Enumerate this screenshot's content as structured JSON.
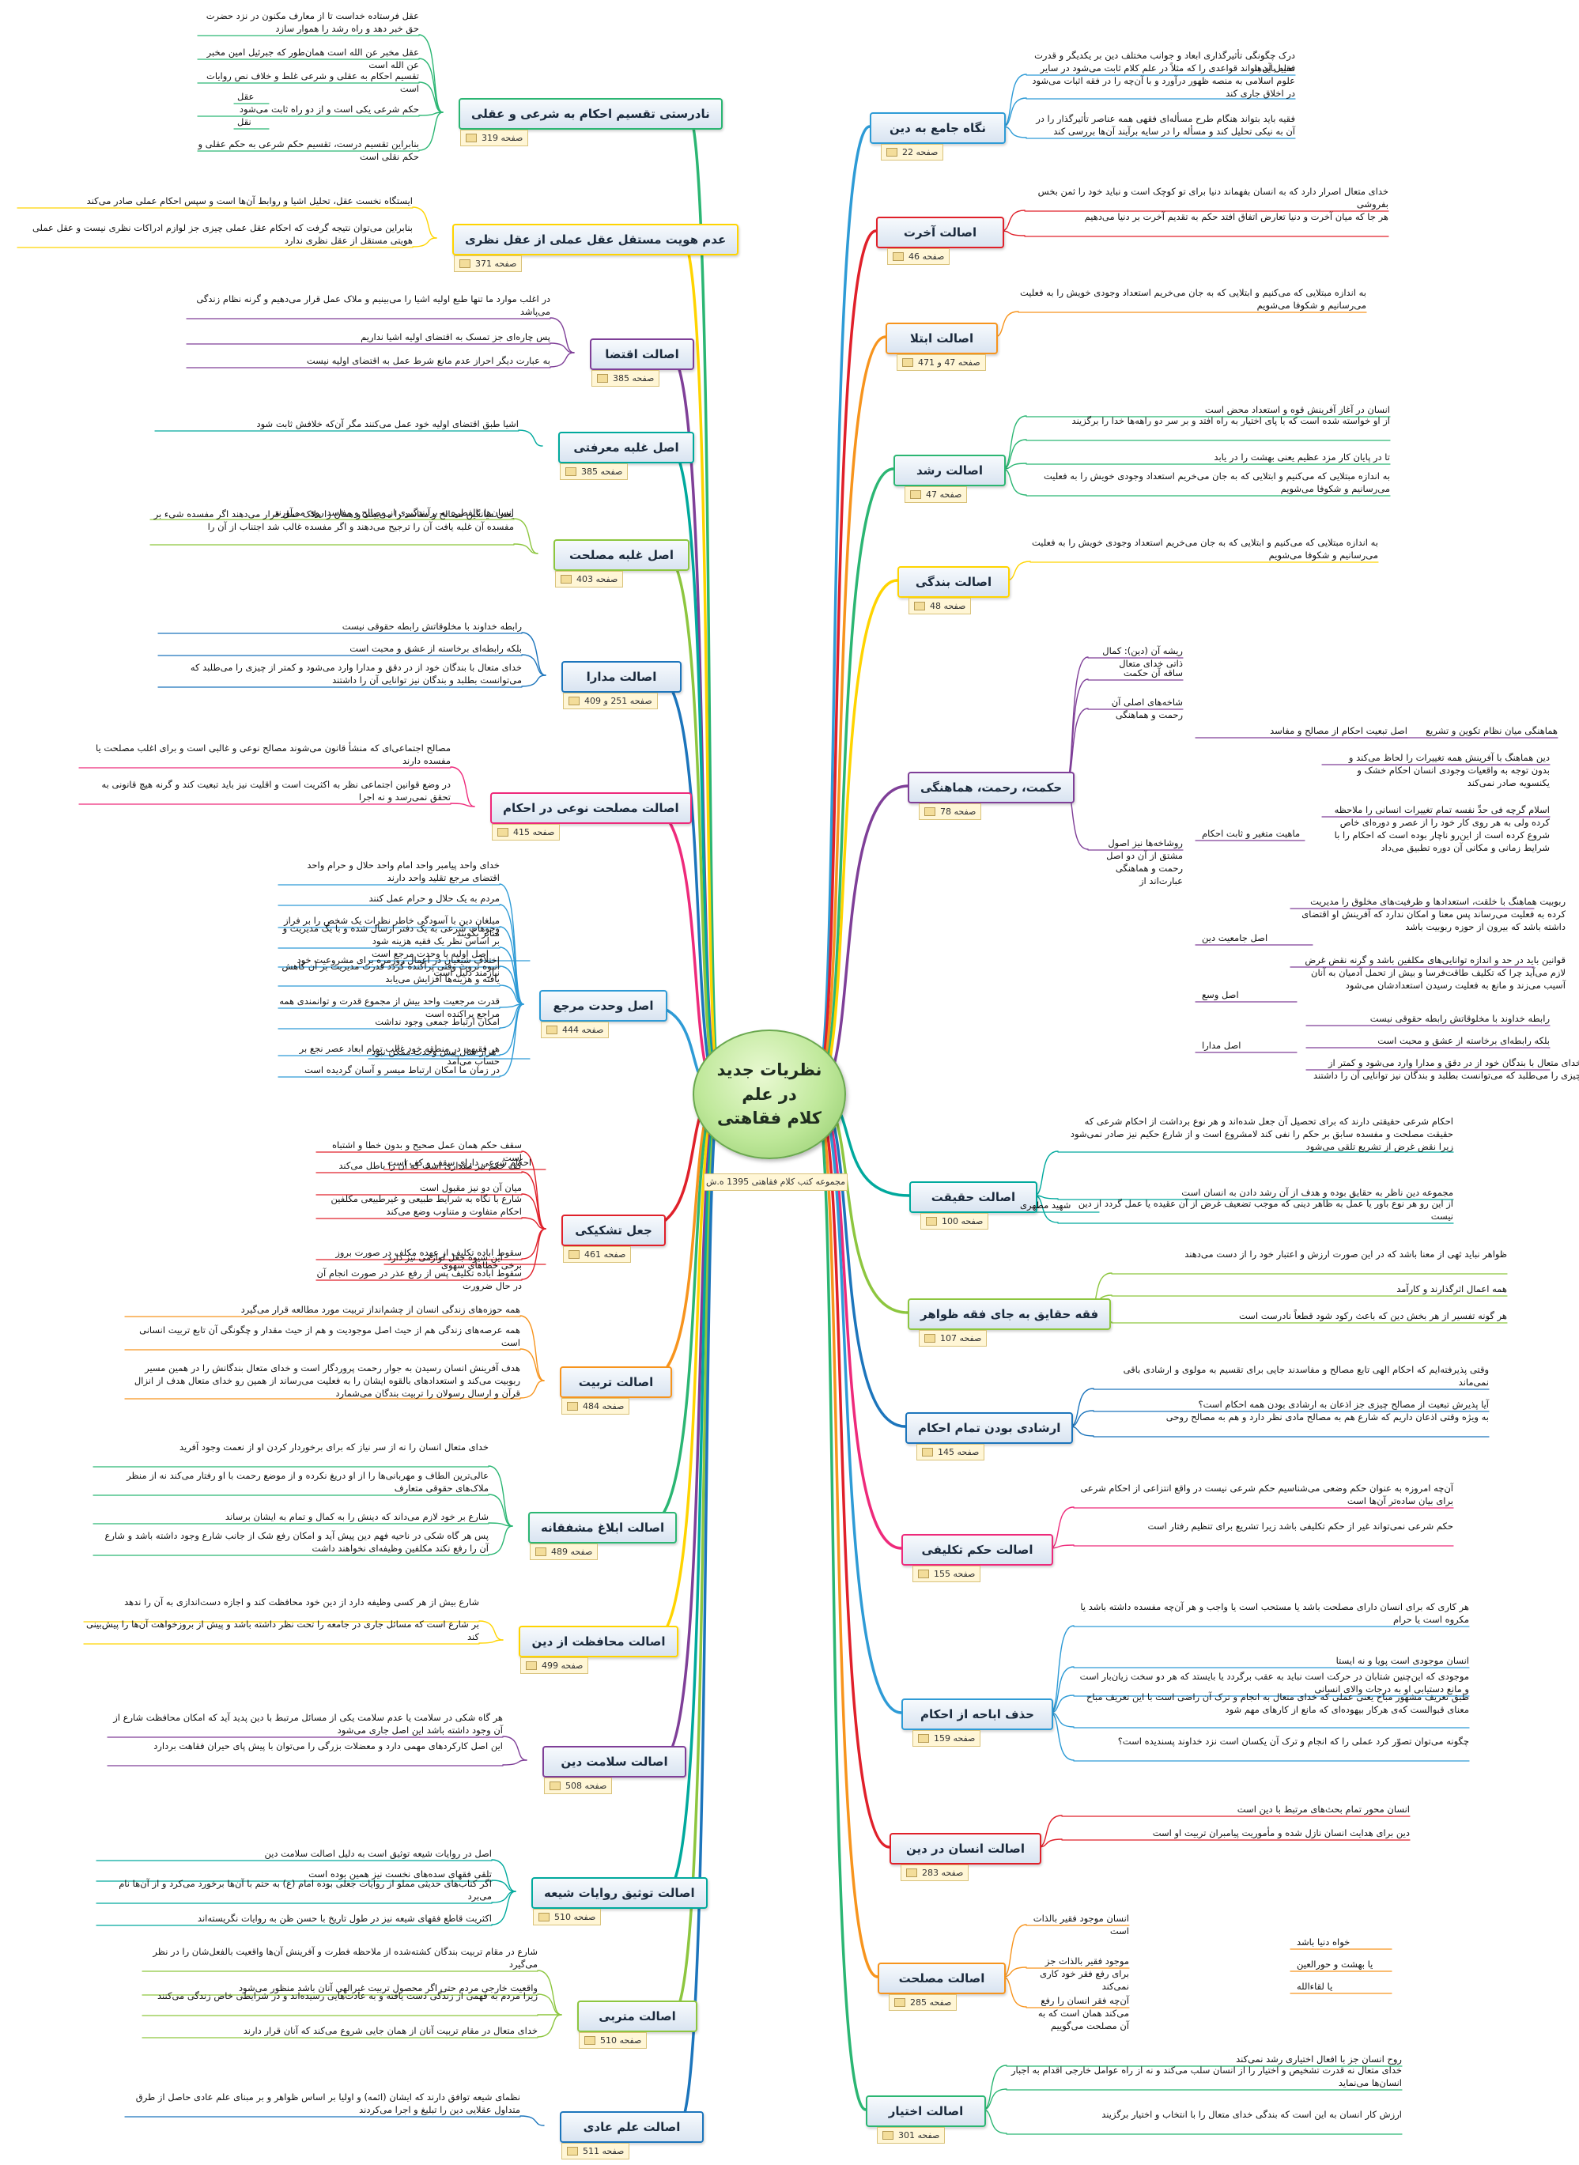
{
  "center": {
    "title": "نظریات جدید\nدر علم\nکلام فقاهتی",
    "note": "مجموعه کتب کلام فقاهتی 1395 ه.ش"
  },
  "colors": {
    "branches": [
      "#2e9bd6",
      "#e0202a",
      "#f7941d",
      "#2bb673",
      "#ffd400",
      "#7f3f98",
      "#00a99d",
      "#8dc63f",
      "#1c75bc",
      "#ee2a7b"
    ]
  },
  "right_topics": [
    {
      "label": "نگاه جامع به دین",
      "page": "صفحه 22",
      "leaves": [
        "درک چگونگی تأثیرگذاری ابعاد و جوانب مختلف دین بر یکدیگر و قدرت تحلیل آن‌ها",
        "فقیه باید بتواند قواعدی را که مثلاً در علم کلام ثابت می‌شود در سایر علوم اسلامی به منصه ظهور درآورد و با آن‌چه را در فقه اثبات می‌شود در اخلاق جاری کند",
        "فقیه باید بتواند هنگام طرح مسأله‌ای فقهی همه عناصر تأثیرگذار را در آن به نیکی تحلیل کند و مسأله را در سایه برآیند آن‌ها بررسی کند"
      ]
    },
    {
      "label": "اصالت آخرت",
      "page": "صفحه 46",
      "leaves": [
        "خدای متعال اصرار دارد که به انسان بفهماند دنیا برای تو کوچک است و نباید خود را ثمن بخس بفروشی",
        "هر جا که میان آخرت و دنیا تعارض اتفاق افتد حکم به تقدیم آخرت بر دنیا می‌دهیم"
      ]
    },
    {
      "label": "اصالت ابتلا",
      "page": "صفحه 47 و 471",
      "leaves": [
        "به اندازه مبتلایی که می‌کنیم و ابتلایی که به جان می‌خریم استعداد وجودی خویش را به فعلیت می‌رسانیم و شکوفا می‌شویم"
      ]
    },
    {
      "label": "اصالت رشد",
      "page": "صفحه 47",
      "leaves": [
        "انسان در آغاز آفرینش قوه و استعداد محض است",
        "از او خواسته شده است که با پای اختیار به راه افتد و بر سر دو راهه‌ها خدا را برگزیند",
        "تا در پایان کار مزد عظیم یعنی بهشت را در یابد",
        "به اندازه مبتلایی که می‌کنیم و ابتلایی که به جان می‌خریم استعداد وجودی خویش را به فعلیت می‌رسانیم و شکوفا می‌شویم"
      ]
    },
    {
      "label": "اصالت بندگی",
      "page": "صفحه 48",
      "leaves": [
        "به اندازه مبتلایی که می‌کنیم و ابتلایی که به جان می‌خریم استعداد وجودی خویش را به فعلیت می‌رسانیم و شکوفا می‌شویم"
      ]
    },
    {
      "label": "حکمت، رحمت، هماهنگی",
      "page": "صفحه 78",
      "leaves": [
        "ریشه آن (دین): کمال ذاتی خدای متعال",
        "ساقه آن حکمت",
        "شاخه‌های اصلی آن رحمت و هماهنگی",
        "روشاخه‌ها نیز اصول مشتق از آن دو اصل رحمت و هماهنگی عبارت‌اند از"
      ],
      "sub": {
        "a": "اصل تبعیت احکام از مصالح و مفاسد",
        "b": "هماهنگی میان نظام تکوین و تشریع",
        "c": "دین هماهنگ با آفرینش همه تغییرات را لحاظ می‌کند و بدون توجه به واقعیات وجودی انسان احکام خشک و یکنسویه صادر نمی‌کند",
        "d": "ماهیت متغیر و ثابت احکام",
        "e": "اسلام گرچه فی حدِّ نفسه تمام تغییرات انسانی را ملاحظه کرده ولی به هر روی کار خود را از عصر و دوره‌ای خاص شروع کرده است از این‌رو ناچار بوده است که احکام را با شرایط زمانی و مکانی آن دوره تطبیق می‌داد",
        "f": "ربوبیت هماهنگ با خلقت، استعدادها و ظرفیت‌های مخلوق را مدیریت کرده به فعلیت می‌رساند پس معنا و امکان ندارد که آفرینش او اقتضای داشته باشد که بیرون از حوزه ربوبیت باشد",
        "g": "اصل جامعیت دین",
        "h": "قوانین باید در حد و اندازه توانایی‌های مکلفین باشد و گرنه نقض غرض لازم می‌آید چرا که تکلیف طاقت‌فرسا و بیش از تحمل آدمیان به آنان آسیب می‌زند و مانع به فعلیت رسیدن استعدادشان می‌شود",
        "i": "اصل وسع",
        "j": "رابطه خداوند با مخلوقاتش رابطه حقوقی نیست",
        "k": "بلکه رابطه‌ای برخاسته از عشق و محبت است",
        "l": "خدای متعال با بندگان خود از در دقق و مدارا وارد می‌شود و کمتر از چیزی را می‌طلبد که می‌توانست بطلبد و بندگان نیز توانایی آن را داشتند",
        "m": "اصل مدارا"
      }
    },
    {
      "label": "اصالت حقیقت",
      "page": "صفحه 100",
      "leaves": [
        "احکام شرعی حقیقتی دارند که برای تحصیل آن جعل شده‌اند و هر نوع برداشت از احکام شرعی که حقیقت مصلحت و مفسده سابق بر حکم را نفی کند لامشروع است و از شارع حکیم نیز صادر نمی‌شود زیرا نقض غرض از تشریع تلقی می‌شود",
        "مجموعه دین ناظر به حقایق بوده و هدف از آن رشد دادن به انسان است",
        "از این رو هر نوع باور یا عمل به ظاهر دینی که موجب تضعیف غرض از آن عقیده یا عمل گردد از دین نیست"
      ],
      "sub": {
        "a": "شهید مطهری"
      }
    },
    {
      "label": "فقه حقایق به جای فقه ظواهر",
      "page": "صفحه 107",
      "leaves": [
        "ظواهر نباید ثهی از معنا باشد که در این صورت ارزش و اعتبار خود را از دست می‌دهند",
        "همه اعمال اثرگذارند و کارآمد",
        "هر گونه تفسیر از هر بخش دین که باعث رکود شود قطعاً نادرست است"
      ]
    },
    {
      "label": "ارشادی بودن تمام احکام",
      "page": "صفحه 145",
      "leaves": [
        "وقتی پذیرفته‌ایم که احکام الهی تابع مصالح و مفاسدند جایی برای تقسیم به مولوی و ارشادی باقی نمی‌ماند",
        "آیا پذیرش تبعیت از مصالح چیزی جز اذعان به ارشادی بودن همه احکام است؟",
        "به ویژه وقتی اذعان داریم که شارع هم به مصالح مادی نظر دارد و هم به مصالح روحی"
      ]
    },
    {
      "label": "اصالت حکم تکلیفی",
      "page": "صفحه 155",
      "leaves": [
        "آن‌چه امروزه به عنوان حکم وضعی می‌شناسیم حکم شرعی نیست در واقع انتزاعی از احکام شرعی برای بیان ساده‌تر آن‌ها است",
        "حکم شرعی نمی‌تواند غیر از حکم تکلیفی باشد زیرا تشریع برای تنظیم رفتار است"
      ]
    },
    {
      "label": "حذف اباحه از احکام",
      "page": "صفحه 159",
      "leaves": [
        "هر کاری که برای انسان دارای مصلحت باشد یا مستحب است یا واجب و هر آن‌چه مفسده داشته باشد یا مکروه است یا حرام",
        "انسان موجودی است پویا و نه ایستا",
        "موجودی که این‌چنین شتابان در حرکت است نباید به عقب برگردد یا بایستد که هر دو سخت زیان‌بار است و مانع دستیابی او به درجات والای انسانی",
        "طبق تعریف مشهور مباح یعنی عملی که خدای متعال به انجام و ترک آن راضی است با این تعریف مباح معنای قبوالست که‌ی هرکار بیهوده‌ای که مانع از کارهای مهم شود",
        "چگونه می‌توان تصوّر کرد عملی را که انجام و ترک آن یکسان است نزد خداوند پسندیده است؟"
      ]
    },
    {
      "label": "اصالت انسان در دین",
      "page": "صفحه 283",
      "leaves": [
        "انسان محور تمام بحث‌های مرتبط با دین است",
        "دین برای هدایت انسان نازل شده و مأموریت پیامبران تربیت او است"
      ]
    },
    {
      "label": "اصالت مصلحت",
      "page": "صفحه 285",
      "leaves": [
        "انسان موجود فقیر بالذات است",
        "موجود فقیر بالذات جز برای رفع فقر خود کاری نمی‌کند",
        "آن‌چه فقر انسان را رفع می‌کند همان است که به آن مصلحت می‌گوییم"
      ],
      "sub": {
        "a": "خواه دنیا باشد",
        "b": "یا بهشت و حورالعین",
        "c": "یا لقاءالله"
      }
    },
    {
      "label": "اصالت اختیار",
      "page": "صفحه 301",
      "leaves": [
        "روح انسان جز با افعال اختیاری رشد نمی‌کند",
        "خدای متعال نه قدرت تشخیص و اختیار را از انسان سلب می‌کند و نه از راه عوامل خارجی اقدام به اجبار انسان‌ها می‌نماید",
        "ارزش کار انسان به این است که بندگی خدای متعال را با انتخاب و اختیار برگزیند"
      ]
    }
  ],
  "left_topics": [
    {
      "label": "نادرستی تقسیم احکام به شرعی و عقلی",
      "page": "صفحه 319",
      "leaves": [
        "عقل فرستاده خداست تا از معارف مکنون در نزد حضرت حق خبر دهد و راه رشد را هموار سازد",
        "عقل مخبر عن الله است همان‌طور که جبرئیل امین مخبر عن الله است",
        "تقسیم احکام به عقلی و شرعی غلط و خلاف نص روایات است",
        "حکم شرعی یکی است و از دو راه ثابت می‌شود",
        "بنابراین تقسیم درست، تقسیم حکم شرعی به حکم عقلی و حکم نقلی است"
      ],
      "sub": {
        "a": "عقل",
        "b": "نقل"
      }
    },
    {
      "label": "عدم هویت مستقل عقل عملی از عقل نظری",
      "page": "صفحه 371",
      "leaves": [
        "ایستگاه نخست عقل، تحلیل اشیا و روابط آن‌ها است و سپس احکام عملی صادر می‌کند",
        "بنابراین می‌توان نتیجه گرفت که احکام عقل عملی چیزی جز لوازم ادراکات نظری نیست و عقل عملی هویتی مستقل از عقل نظری ندارد"
      ]
    },
    {
      "label": "اصالت اقتضا",
      "page": "صفحه 385",
      "leaves": [
        "در اغلب موارد ما تنها طبع اولیه اشیا را می‌بینیم و ملاک عمل قرار می‌دهیم و گرنه نظام زندگی می‌پاشد",
        "پس چاره‌ای جز تمسک به اقتضای اولیه اشیا نداریم",
        "به عبارت دیگر احراز عدم مانع شرط عمل به اقتضای اولیه نیست"
      ]
    },
    {
      "label": "اصل غلبه معرفتی",
      "page": "صفحه 385",
      "leaves": [
        "اشیا طبق اقتضای اولیه خود عمل می‌کنند مگر آن‌که خلافش ثابت شود"
      ]
    },
    {
      "label": "اصل غلبه مصلحت",
      "page": "صفحه 403",
      "leaves": [
        "انسان‌ها بالفطره به برآیندگیری از مصالح و مفاسد روی می‌آورند",
        "یعنی میانگین مصالح و مفاسد را می‌بینند و همان را ملاک عمل قرار می‌دهند اگر مفسده شیء بر مفسده آن غلبه یافت آن را ترجیح می‌دهند و اگر مفسده غالب شد اجتناب از آن را"
      ]
    },
    {
      "label": "اصالت مدارا",
      "page": "صفحه 251 و 409",
      "leaves": [
        "رابطه خداوند با مخلوقاتش رابطه حقوقی نیست",
        "بلکه رابطه‌ای برخاسته از عشق و محبت است",
        "خدای متعال با بندگان خود از در دقق و مدارا وارد می‌شود و کمتر از چیزی را می‌طلبد که می‌توانست بطلبد و بندگان نیز توانایی آن را داشتند"
      ]
    },
    {
      "label": "اصالت مصلحت نوعی در احکام",
      "page": "صفحه 415",
      "leaves": [
        "مصالح اجتماعی‌ای که منشأ قانون می‌شوند مصالح نوعی و غالبی است و برای اغلب مصلحت یا مفسده دارند",
        "در وضع قوانین اجتماعی نظر به اکثریت است و اقلیت نیز باید تبعیت کند و گرنه هیچ قانونی به تحقق نمی‌رسد و نه اجرا"
      ]
    },
    {
      "label": "اصل وحدت مرجع",
      "page": "صفحه 444",
      "leaves": [
        "خدای واحد پیامبر واحد امام واحد حلال و حرام واحد اقتضای مرجع تقلید واحد دارند",
        "مردم به یک حلال و حرام عمل کنند",
        "میلغان دین با آسودگی خاطر نظرات یک شخص را بر فراز منابر بگویند",
        "وجوهات شرعی به یک دفتر ارسال شده و با یک مدیریت و بر اساس نظر یک فقیه هزینه شود",
        "اختلاف شیعیان در اعمال روزمره برای مشروعیت خود نیازمند دلیل است",
        "انبوه ثروت وقتی پراکنده گردد قدرت مدیریت بر آن کاهش یافته و هزینه‌ها افزایش می‌یابد",
        "قدرت مرجعیت واحد بیش از مجموع قدرت و توانمندی همه مراجع پراکنده است",
        "امکان ارتباط جمعی وجود نداشت",
        "هر فقیهی در منطقه خود غالب تمام ابعاد عصر نجع بر حساب می‌آمد",
        "در زمان ما امکان ارتباط میسر و آسان گردیده است"
      ],
      "sub": {
        "a": "اصل اولیه یا وحدت مرجع است",
        "b": "هزار سال پیش وحدت ممکن نبود"
      }
    },
    {
      "label": "جعل تشکیکی",
      "page": "صفحه 461",
      "leaves": [
        "سقف حکم همان عمل صحیح و بدون خطا و اشتباه است",
        "کف حکم نیز مقداری است که آن را باطل می‌کند",
        "میان آن دو نیز مقبول است",
        "شارع با نگاه به شرایط طبیعی و غیرطبیعی مکلفین احکام متفاوت و متناوب وضع می‌کند",
        "سقوط اباده تکلیف از عهده مکلف در صورت بروز برخی خطاهای سهوی",
        "سقوط اباده تکلیف پس از رفع عذر در صورت انجام آن در حال ضرورت"
      ],
      "sub": {
        "a": "احکام شرعی دارای سقف و کف است",
        "b": "این شیوه جعل لوازمی نیز دارد"
      }
    },
    {
      "label": "اصالت تربیت",
      "page": "صفحه 484",
      "leaves": [
        "همه حوزه‌های زندگی انسان از چشم‌انداز تربیت مورد مطالعه قرار می‌گیرد",
        "همه عرصه‌های زندگی هم از حیث اصل موجودیت و هم از حیث مقدار و چگونگی آن تابع تربیت انسانی است",
        "هدف آفرینش انسان رسیدن به جوار رحمت پروردگار است و خدای متعال بندگانش را در همین مسیر ربوبیت می‌کند و استعدادهای بالقوه ایشان را به فعلیت می‌رساند از همین رو خدای متعال هدف از انزال قرآن و ارسال رسولان را تربیت بندگان می‌شمارد"
      ]
    },
    {
      "label": "اصالت ابلاغ مشفقانه",
      "page": "صفحه 489",
      "leaves": [
        "خدای متعال انسان را نه از سر نیاز که برای برخوردار کردن او از نعمت وجود آفرید",
        "عالی‌ترین الطاف و مهربانی‌ها را از او دریغ نکرده و از موضع رحمت با او رفتار می‌کند نه از منظر ملاک‌های حقوقی متعارف",
        "شارع بر خود لازم می‌داند که دینش را به کمال و تمام به ایشان برساند",
        "پس هر گاه شکی در ناحیه فهم دین پیش آید و امکان رفع شک از جانب شارع وجود داشته باشد و شارع آن را رفع نکند مکلفین وظیفه‌ای نخواهند داشت"
      ]
    },
    {
      "label": "اصالت محافظت از دین",
      "page": "صفحه 499",
      "leaves": [
        "شارع بیش از هر کسی وظیفه دارد از دین خود محافظت کند و اجازه دست‌اندازی به آن را ندهد",
        "بر شارع است که مسائل جاری در جامعه را تحت نظر داشته باشد و پیش از بروزخواهت آن‌ها را پیش‌بینی کند"
      ]
    },
    {
      "label": "اصالت سلامت دین",
      "page": "صفحه 508",
      "leaves": [
        "هر گاه شکی در سلامت یا عدم سلامت یکی از مسائل مرتبط با دین پدید آید که امکان محافظت شارع از آن وجود داشته باشد این اصل جاری می‌شود",
        "این اصل کارکردهای مهمی دارد و معضلات بزرگی را می‌توان با پیش پای حیران فقاهت بردارد"
      ]
    },
    {
      "label": "اصالت توثیق روایات شیعه",
      "page": "صفحه 510",
      "leaves": [
        "اصل در روایات شیعه توثیق است به دلیل اصالت سلامت دین",
        "تلقی فقهای سده‌های نخست نیز همین بوده است",
        "اگر کتاب‌های حدیثی مملو از روایات جعلی بوده امام (ع) به حتم با آن‌ها برخورد می‌کرد و از آن‌ها نام می‌برد",
        "اکثریت قاطع فقهای شیعه نیز در طول تاریخ با حسن ظن به روایات نگریسته‌اند"
      ]
    },
    {
      "label": "اصالت متربی",
      "page": "صفحه 510",
      "leaves": [
        "شارع در مقام تربیت بندگان کشته‌شده از ملاحظه فطرت و آفرینش آن‌ها واقعیت بالفعل‌شان را در نظر می‌گیرد",
        "واقعیت خارجی مردم حتی اگر محصول تربیت غیرالهی آنان باشد منظور می‌شود",
        "زیرا مردم به فهمی از زندگی دست یافته و به عادت‌هایی رسیده‌اند و در شرایطی خاص زندگی می‌کنند",
        "خدای متعال در مقام تربیت آنان از همان جایی شروع می‌کند که آنان قرار دارند"
      ]
    },
    {
      "label": "اصالت علم عادی",
      "page": "صفحه 511",
      "leaves": [
        "نظمای شیعه توافق دارند که ایشان (ائمه) و اولیا بر اساس ظواهر و بر مبنای علم عادی حاصل از طرق متداول عقلایی دین را تبلیغ و اجرا می‌کردند"
      ]
    }
  ]
}
